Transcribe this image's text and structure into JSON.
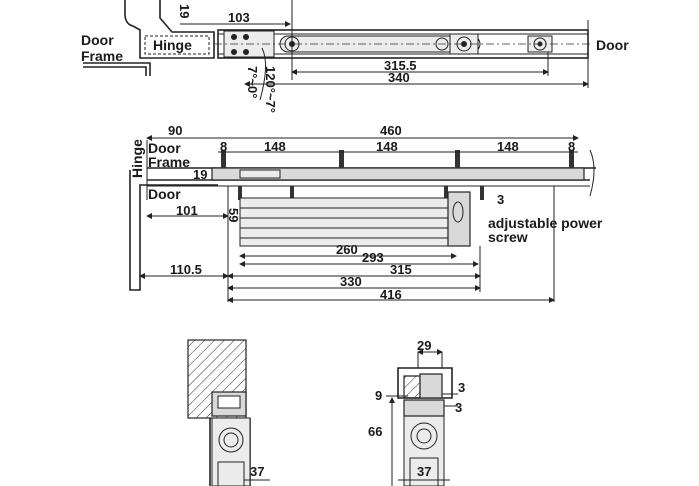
{
  "top_view": {
    "labels": {
      "door_frame_line1": "Door",
      "door_frame_line2": "Frame",
      "hinge": "Hinge",
      "door": "Door"
    },
    "dims": {
      "d103": "103",
      "d19_rot": "19",
      "d315_5": "315.5",
      "d340": "340",
      "angle_a": "120°~7°",
      "angle_b": "7°~0°"
    }
  },
  "front_view": {
    "labels": {
      "hinge": "Hinge",
      "door_frame_line1": "Door",
      "door_frame_line2": "Frame",
      "door": "Door",
      "adjustable_line1": "adjustable power",
      "adjustable_line2": "screw"
    },
    "dims": {
      "d90": "90",
      "d460": "460",
      "d8_left": "8",
      "d148_a": "148",
      "d148_b": "148",
      "d148_c": "148",
      "d8_right": "8",
      "d19": "19",
      "d101": "101",
      "d59": "59",
      "d3": "3",
      "d260": "260",
      "d293": "293",
      "d110_5": "110.5",
      "d315": "315",
      "d330": "330",
      "d416": "416"
    }
  },
  "section_left": {
    "dims": {
      "d37": "37"
    }
  },
  "section_right": {
    "dims": {
      "d29": "29",
      "d3_top": "3",
      "d9": "9",
      "d3_mid": "3",
      "d66": "66",
      "d37": "37"
    }
  }
}
